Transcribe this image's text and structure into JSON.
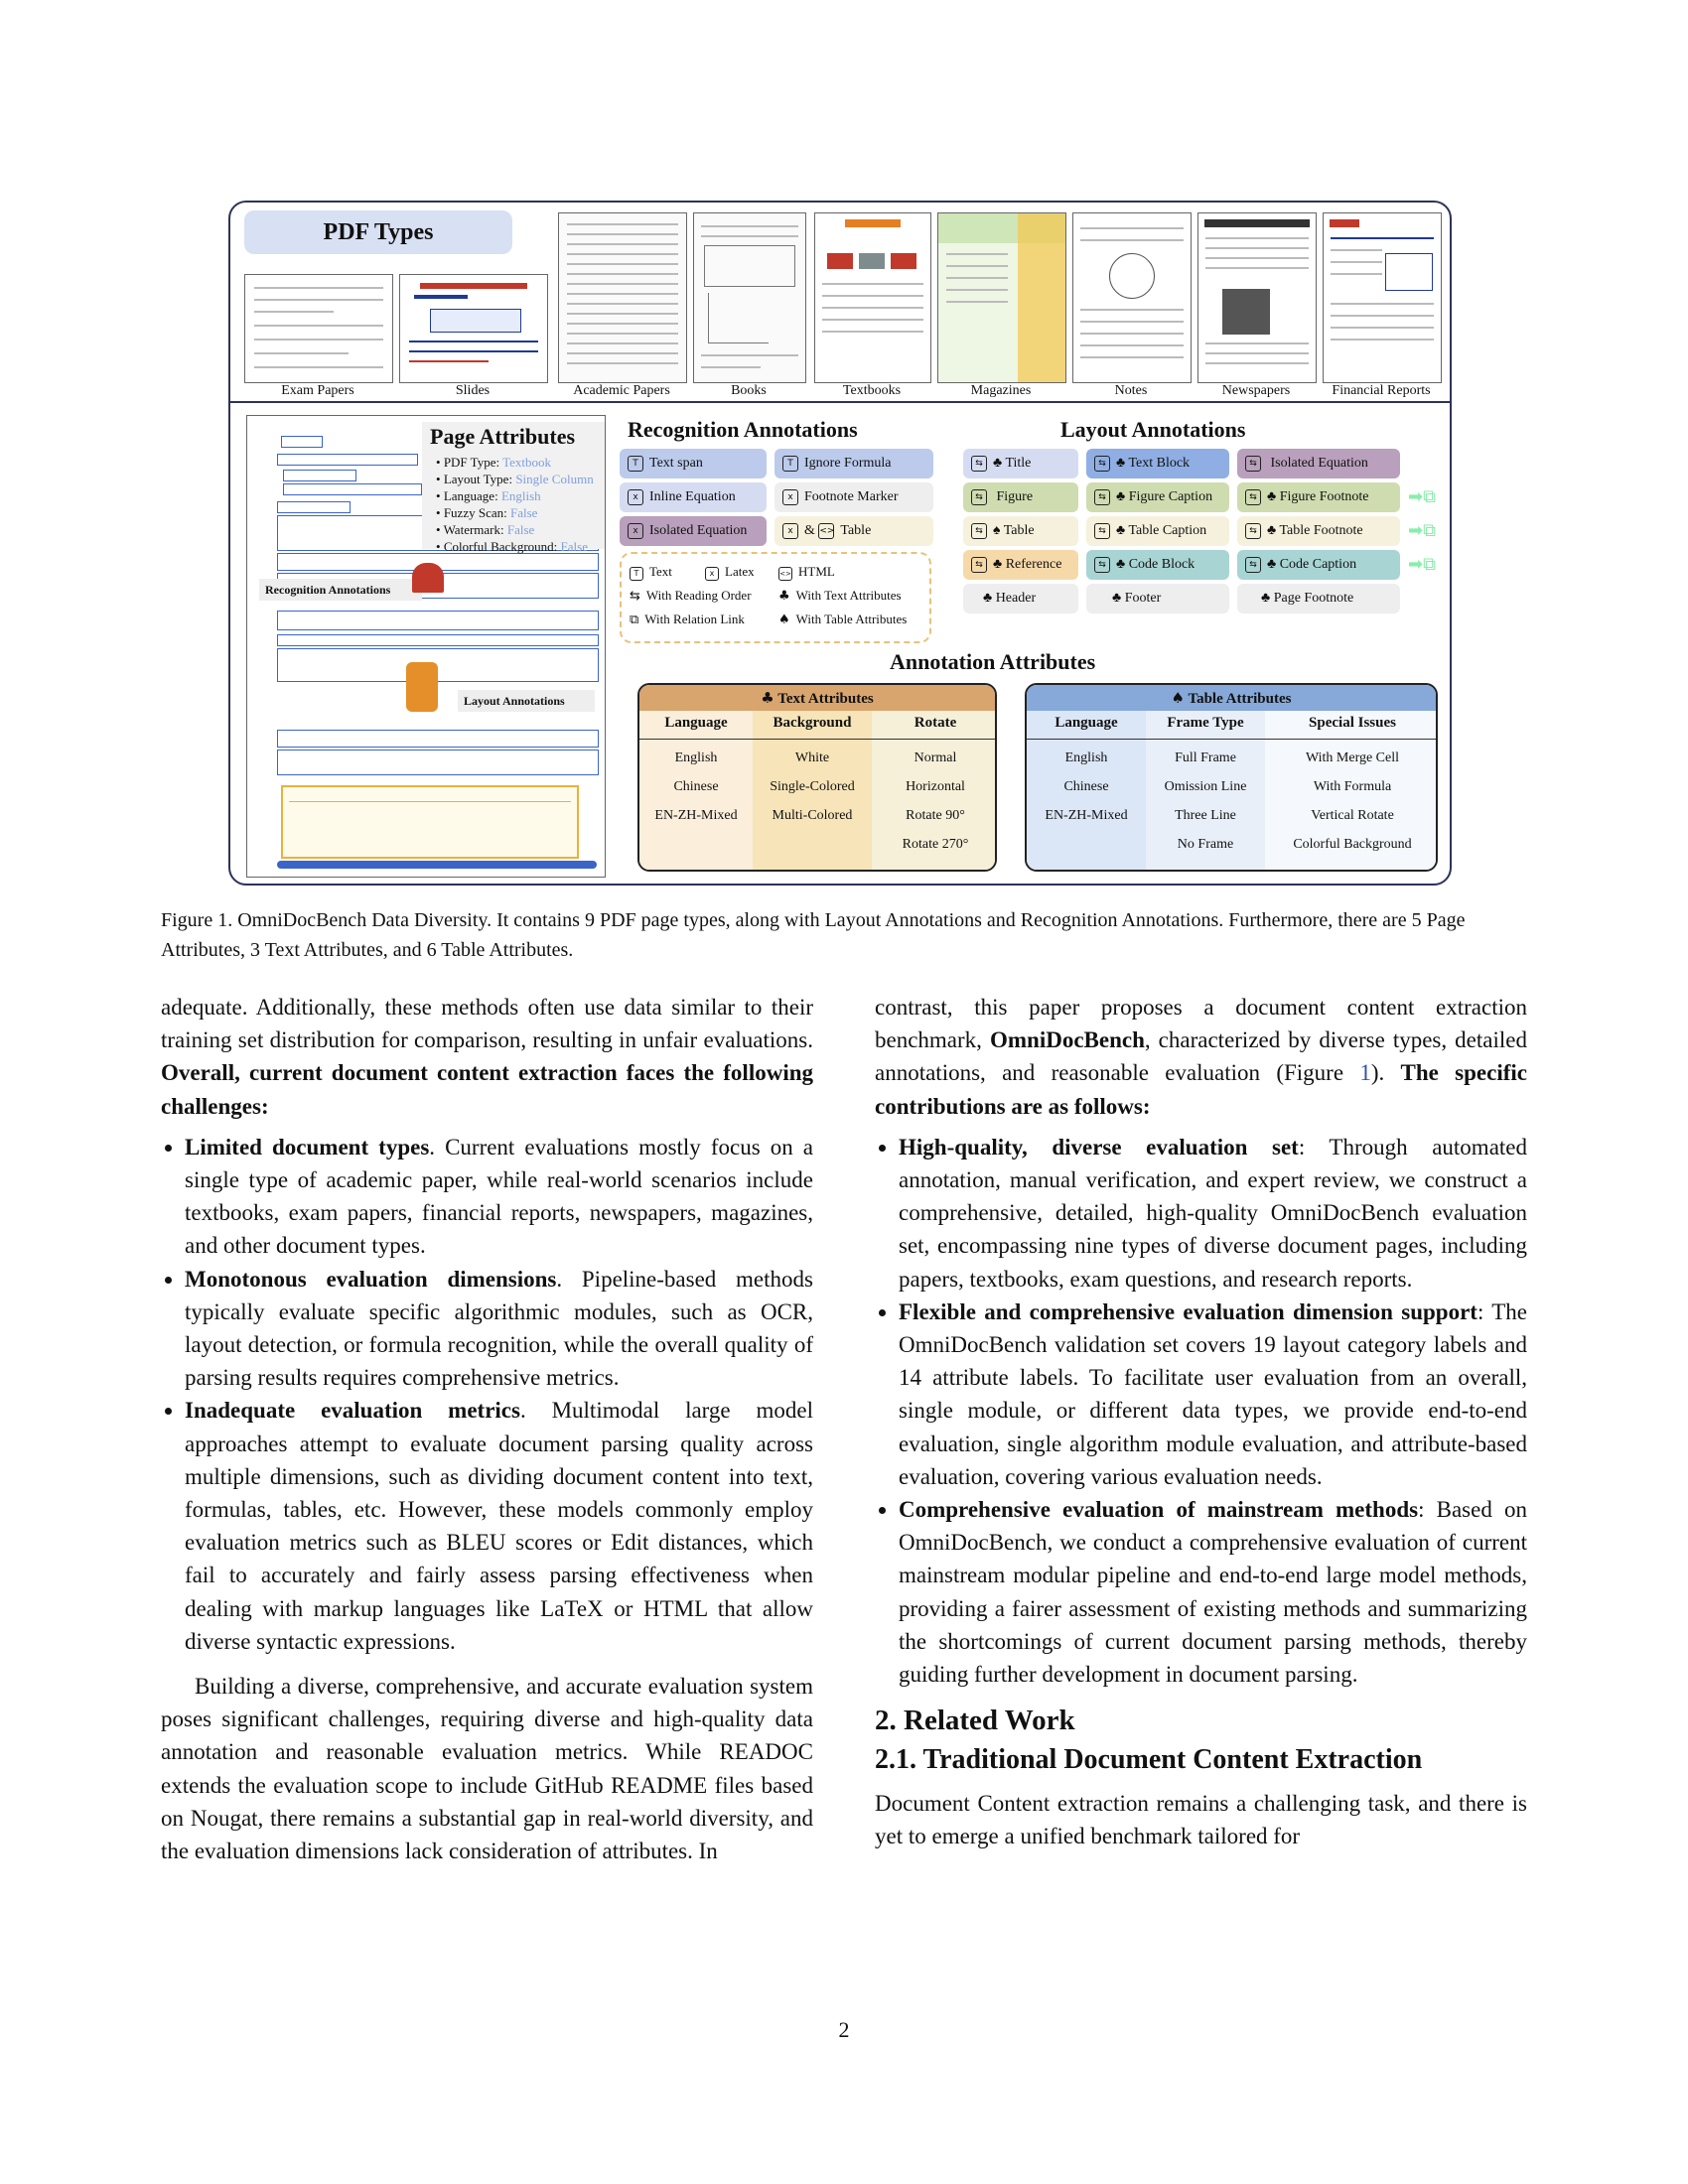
{
  "figure": {
    "pdf_types_title": "PDF Types",
    "pdf_types": [
      "Exam Papers",
      "Slides",
      "Academic Papers",
      "Books",
      "Textbooks",
      "Magazines",
      "Notes",
      "Newspapers",
      "Financial Reports"
    ],
    "page_attributes": {
      "title": "Page Attributes",
      "items": [
        {
          "key": "PDF Type:",
          "value": "Textbook"
        },
        {
          "key": "Layout Type:",
          "value": "Single Column"
        },
        {
          "key": "Language:",
          "value": "English"
        },
        {
          "key": "Fuzzy Scan:",
          "value": "False"
        },
        {
          "key": "Watermark:",
          "value": "False"
        },
        {
          "key": "Colorful Background:",
          "value": "False"
        }
      ]
    },
    "sample_labels": {
      "recognition": "Recognition Annotations",
      "layout": "Layout Annotations"
    },
    "recognition_annotations": {
      "title": "Recognition Annotations",
      "pills": [
        "Text span",
        "Ignore Formula",
        "Inline Equation",
        "Footnote Marker",
        "Isolated Equation",
        "Table"
      ],
      "table_prefix": "&",
      "legend": [
        "Text",
        "Latex",
        "HTML",
        "With Reading Order",
        "With Text Attributes",
        "With Relation Link",
        "With Table Attributes"
      ]
    },
    "layout_annotations": {
      "title": "Layout Annotations",
      "pills": [
        "Title",
        "Text Block",
        "Isolated Equation",
        "Figure",
        "Figure Caption",
        "Figure Footnote",
        "Table",
        "Table Caption",
        "Table Footnote",
        "Reference",
        "Code Block",
        "Code Caption",
        "Header",
        "Footer",
        "Page Footnote"
      ]
    },
    "annotation_attributes_title": "Annotation Attributes",
    "text_attributes": {
      "title": "Text Attributes",
      "columns": [
        "Language",
        "Background",
        "Rotate"
      ],
      "language": [
        "English",
        "Chinese",
        "EN-ZH-Mixed"
      ],
      "background": [
        "White",
        "Single-Colored",
        "Multi-Colored"
      ],
      "rotate": [
        "Normal",
        "Horizontal",
        "Rotate 90°",
        "Rotate 270°"
      ]
    },
    "table_attributes": {
      "title": "Table Attributes",
      "columns": [
        "Language",
        "Frame Type",
        "Special Issues"
      ],
      "language": [
        "English",
        "Chinese",
        "EN-ZH-Mixed"
      ],
      "frame": [
        "Full Frame",
        "Omission Line",
        "Three Line",
        "No Frame"
      ],
      "special": [
        "With Merge Cell",
        "With Formula",
        "Vertical Rotate",
        "Colorful Background"
      ]
    },
    "colors": {
      "frame": "#2d3358",
      "pill_blue": "#bccbec",
      "pill_purple": "#b9a0bc",
      "pill_green": "#cfdcb0",
      "pill_yellow": "#f6f1dc",
      "pill_orange": "#f6d9a9",
      "pill_teal": "#a9d4d4",
      "pill_gray": "#eeeeee",
      "text_attr_head": "#d9a56e",
      "table_attr_head": "#86a9d9"
    }
  },
  "caption": {
    "lead": "Figure 1.  OmniDocBench Data Diversity.  It contains 9 PDF page types, along with Layout Annotations and Recognition Annotations. Furthermore, there are 5 Page Attributes, 3 Text Attributes, and 6 Table Attributes."
  },
  "left_col": {
    "p1_plain": "adequate.  Additionally, these methods often use data similar to their training set distribution for comparison, resulting in unfair evaluations. ",
    "p1_bold": "Overall, current document content extraction faces the following challenges:",
    "bullets": [
      {
        "bold": "Limited document types",
        "text": ". Current evaluations mostly focus on a single type of academic paper, while real-world scenarios include textbooks, exam papers, financial reports, newspapers, magazines, and other document types."
      },
      {
        "bold": "Monotonous evaluation dimensions",
        "text": ".  Pipeline-based methods typically evaluate specific algorithmic modules, such as OCR, layout detection, or formula recognition, while the overall quality of parsing results requires comprehensive metrics."
      },
      {
        "bold": "Inadequate evaluation metrics",
        "text": ".  Multimodal large model approaches attempt to evaluate document parsing quality across multiple dimensions, such as dividing document content into text, formulas, tables, etc.  However, these models commonly employ evaluation metrics such as BLEU scores or Edit distances, which fail to accurately and fairly assess parsing effectiveness when dealing with markup languages like LaTeX or HTML that allow diverse syntactic expressions."
      }
    ],
    "p2": "Building a diverse, comprehensive, and accurate evaluation system poses significant challenges, requiring diverse and high-quality data annotation and reasonable evaluation metrics.  While READOC extends the evaluation scope to include GitHub README files based on Nougat, there remains a substantial gap in real-world diversity, and the evaluation dimensions lack consideration of attributes.  In"
  },
  "right_col": {
    "p1_a": "contrast, this paper proposes a document content extraction benchmark, ",
    "p1_name": "OmniDocBench",
    "p1_b": ", characterized by diverse types, detailed annotations, and reasonable evaluation (Figure ",
    "p1_ref": "1",
    "p1_c": "). ",
    "p1_bold": "The specific contributions are as follows:",
    "bullets": [
      {
        "bold": "High-quality, diverse evaluation set",
        "text": ":  Through automated annotation, manual verification, and expert review, we construct a comprehensive, detailed, high-quality OmniDocBench evaluation set, encompassing nine types of diverse document pages, including papers, textbooks, exam questions, and research reports."
      },
      {
        "bold": "Flexible and comprehensive evaluation dimension support",
        "text": ":  The OmniDocBench validation set covers 19 layout category labels and 14 attribute labels. To facilitate user evaluation from an overall, single module, or different data types, we provide end-to-end evaluation, single algorithm module evaluation, and attribute-based evaluation, covering various evaluation needs."
      },
      {
        "bold": "Comprehensive evaluation of mainstream methods",
        "text": ": Based on OmniDocBench, we conduct a comprehensive evaluation of current mainstream modular pipeline and end-to-end large model methods, providing a fairer assessment of existing methods and summarizing the shortcomings of current document parsing methods, thereby guiding further development in document parsing."
      }
    ],
    "h2": "2. Related Work",
    "h3": "2.1. Traditional Document Content Extraction",
    "p2": "Document Content extraction remains a challenging task, and there is yet to emerge a unified benchmark tailored for"
  },
  "page_number": "2"
}
